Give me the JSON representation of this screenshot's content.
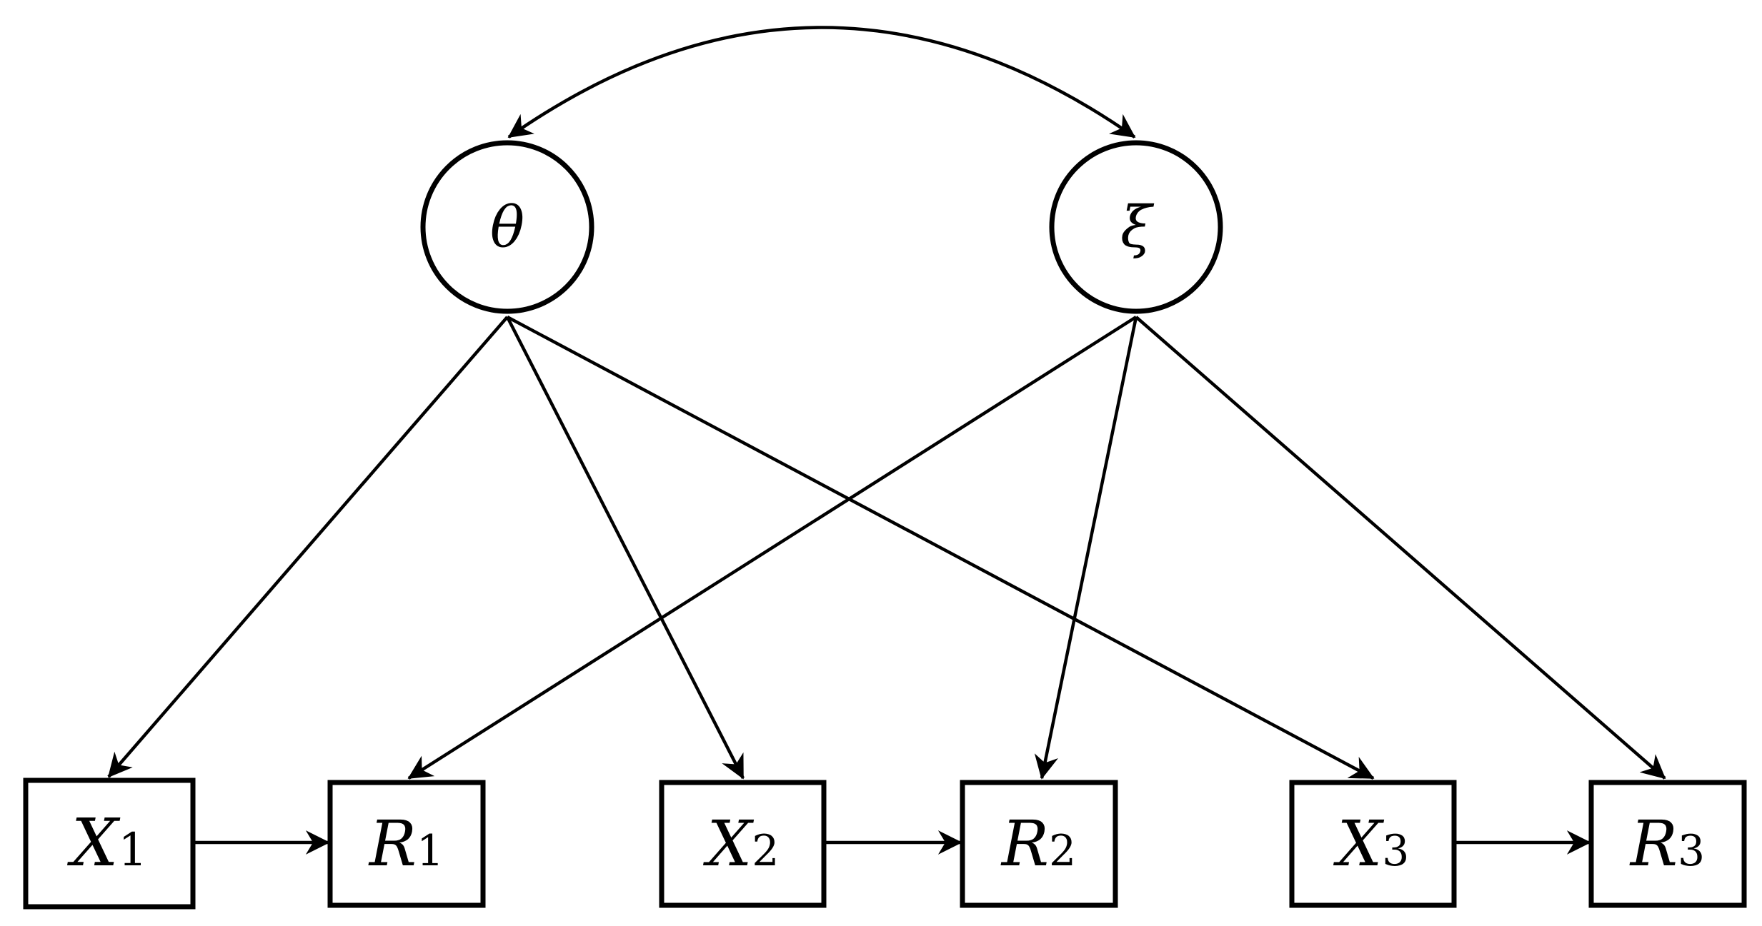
{
  "diagram": {
    "latent_nodes": [
      {
        "id": "theta",
        "label": "θ"
      },
      {
        "id": "xi",
        "label": "ξ"
      }
    ],
    "observed_nodes": [
      {
        "id": "X1",
        "var": "X",
        "sub": "1"
      },
      {
        "id": "R1",
        "var": "R",
        "sub": "1"
      },
      {
        "id": "X2",
        "var": "X",
        "sub": "2"
      },
      {
        "id": "R2",
        "var": "R",
        "sub": "2"
      },
      {
        "id": "X3",
        "var": "X",
        "sub": "3"
      },
      {
        "id": "R3",
        "var": "R",
        "sub": "3"
      }
    ],
    "edges": [
      {
        "from": "theta",
        "to": "xi",
        "type": "bidirectional-curved"
      },
      {
        "from": "theta",
        "to": "X1",
        "type": "directed"
      },
      {
        "from": "theta",
        "to": "X2",
        "type": "directed"
      },
      {
        "from": "theta",
        "to": "X3",
        "type": "directed"
      },
      {
        "from": "xi",
        "to": "R1",
        "type": "directed"
      },
      {
        "from": "xi",
        "to": "R2",
        "type": "directed"
      },
      {
        "from": "xi",
        "to": "R3",
        "type": "directed"
      },
      {
        "from": "X1",
        "to": "R1",
        "type": "directed"
      },
      {
        "from": "X2",
        "to": "R2",
        "type": "directed"
      },
      {
        "from": "X3",
        "to": "R3",
        "type": "directed"
      }
    ]
  }
}
